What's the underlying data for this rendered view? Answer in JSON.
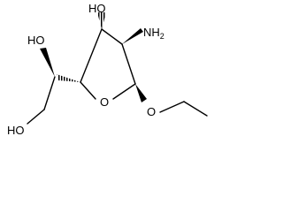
{
  "structure": {
    "ring_oxygen": "O",
    "ether_oxygen": "O",
    "substituents": {
      "hydroxyl_top": "HO",
      "amino": "NH2",
      "side_chain_hydroxyl": "HO",
      "terminal_hydroxyl": "HO"
    }
  },
  "colors": {
    "ink": "#000000",
    "background": "#ffffff"
  }
}
